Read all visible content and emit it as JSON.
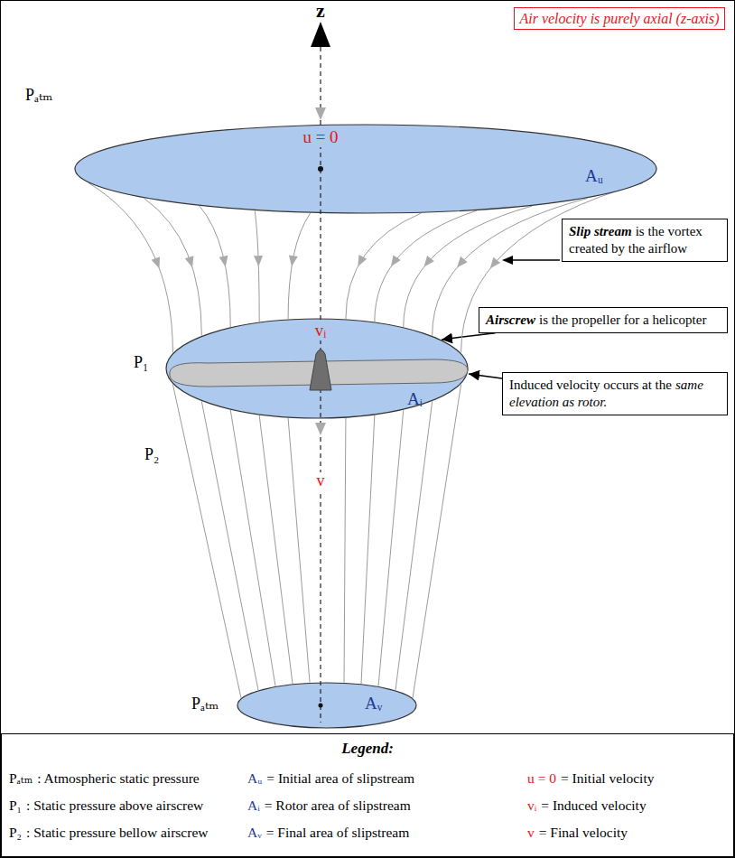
{
  "diagram": {
    "nodes": [
      {
        "text": [
          "Air velocity is purely axial (z-axis)"
        ]
      },
      {
        "text": [
          "u = 0",
          "Aᵤ"
        ]
      },
      {
        "text": [
          "Slip stream",
          "is the vortex created by the airflow"
        ]
      },
      {
        "text": [
          "vᵢ",
          "Aᵢ"
        ]
      },
      {
        "text": [
          "Airscrew",
          "is the propeller for a helicopter"
        ]
      },
      {
        "text": [
          "Induced velocity occurs at the",
          "same elevation as rotor."
        ]
      },
      {
        "text": [
          "Aᵥ"
        ]
      },
      {
        "text": [
          "Legend:"
        ]
      }
    ],
    "edges": [
      {
        "from": 4,
        "to": 3,
        "arrow": "to"
      },
      {
        "from": 5,
        "to": 3,
        "arrow": "to"
      }
    ],
    "labels": [
      "z",
      "Pₐₜₘ",
      "P₁",
      "P₂",
      "v",
      "Pₐₜₘ",
      "Pₐₜₘ",
      "Aᵤ",
      "u = 0",
      "P₁",
      "Aᵢ",
      "vᵢ",
      "P₂",
      "Aᵥ",
      "v"
    ],
    "legend": [
      {
        "text": ": Atmospheric static pressure"
      },
      {
        "text": "= Initial area of slipstream"
      },
      {
        "text": "= Initial velocity"
      },
      {
        "text": ": Static pressure above airscrew"
      },
      {
        "text": "= Rotor area of slipstream"
      },
      {
        "text": "= Induced velocity"
      },
      {
        "text": ": Static pressure bellow airscrew"
      },
      {
        "text": "= Final area of slipstream"
      },
      {
        "text": "= Final velocity"
      }
    ]
  }
}
